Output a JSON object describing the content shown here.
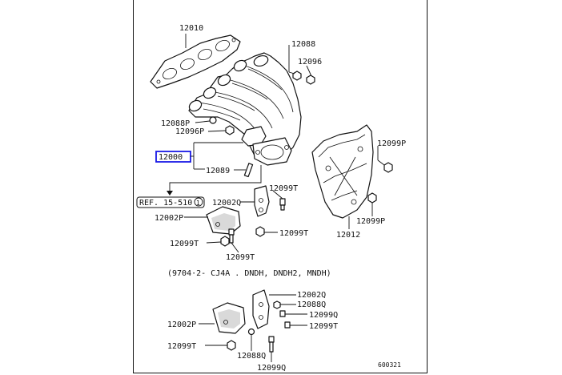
{
  "diagram": {
    "callouts": {
      "gasket": "12010",
      "nut_12088": "12088",
      "nut_12096": "12096",
      "nut_12088p": "12088P",
      "nut_12096p": "12096P",
      "manifold_assy": "12000",
      "stud": "12089",
      "ref": "REF. 15-510",
      "bracket_upper": "12002Q",
      "bracket_left": "12002P",
      "bolt_12099t_a": "12099T",
      "bolt_12099t_b": "12099T",
      "bolt_12099t_c": "12099T",
      "bolt_12099t_d": "12099T",
      "cover": "12012",
      "bolt_12099p_a": "12099P",
      "bolt_12099p_b": "12099P",
      "variant_note": "(9704·2-  CJ4A . DNDH, DNDH2, MNDH)",
      "lower_12002q": "12002Q",
      "lower_12088q_a": "12088Q",
      "lower_12099q": "12099Q",
      "lower_12002p": "12002P",
      "lower_12099t_a": "12099T",
      "lower_12099t_b": "12099T",
      "lower_12088q_b": "12088Q",
      "lower_12099q_b": "12099Q",
      "figure_code": "600321"
    },
    "ref_circle_suffix": "1",
    "highlight_color": "#1a1ae6"
  }
}
